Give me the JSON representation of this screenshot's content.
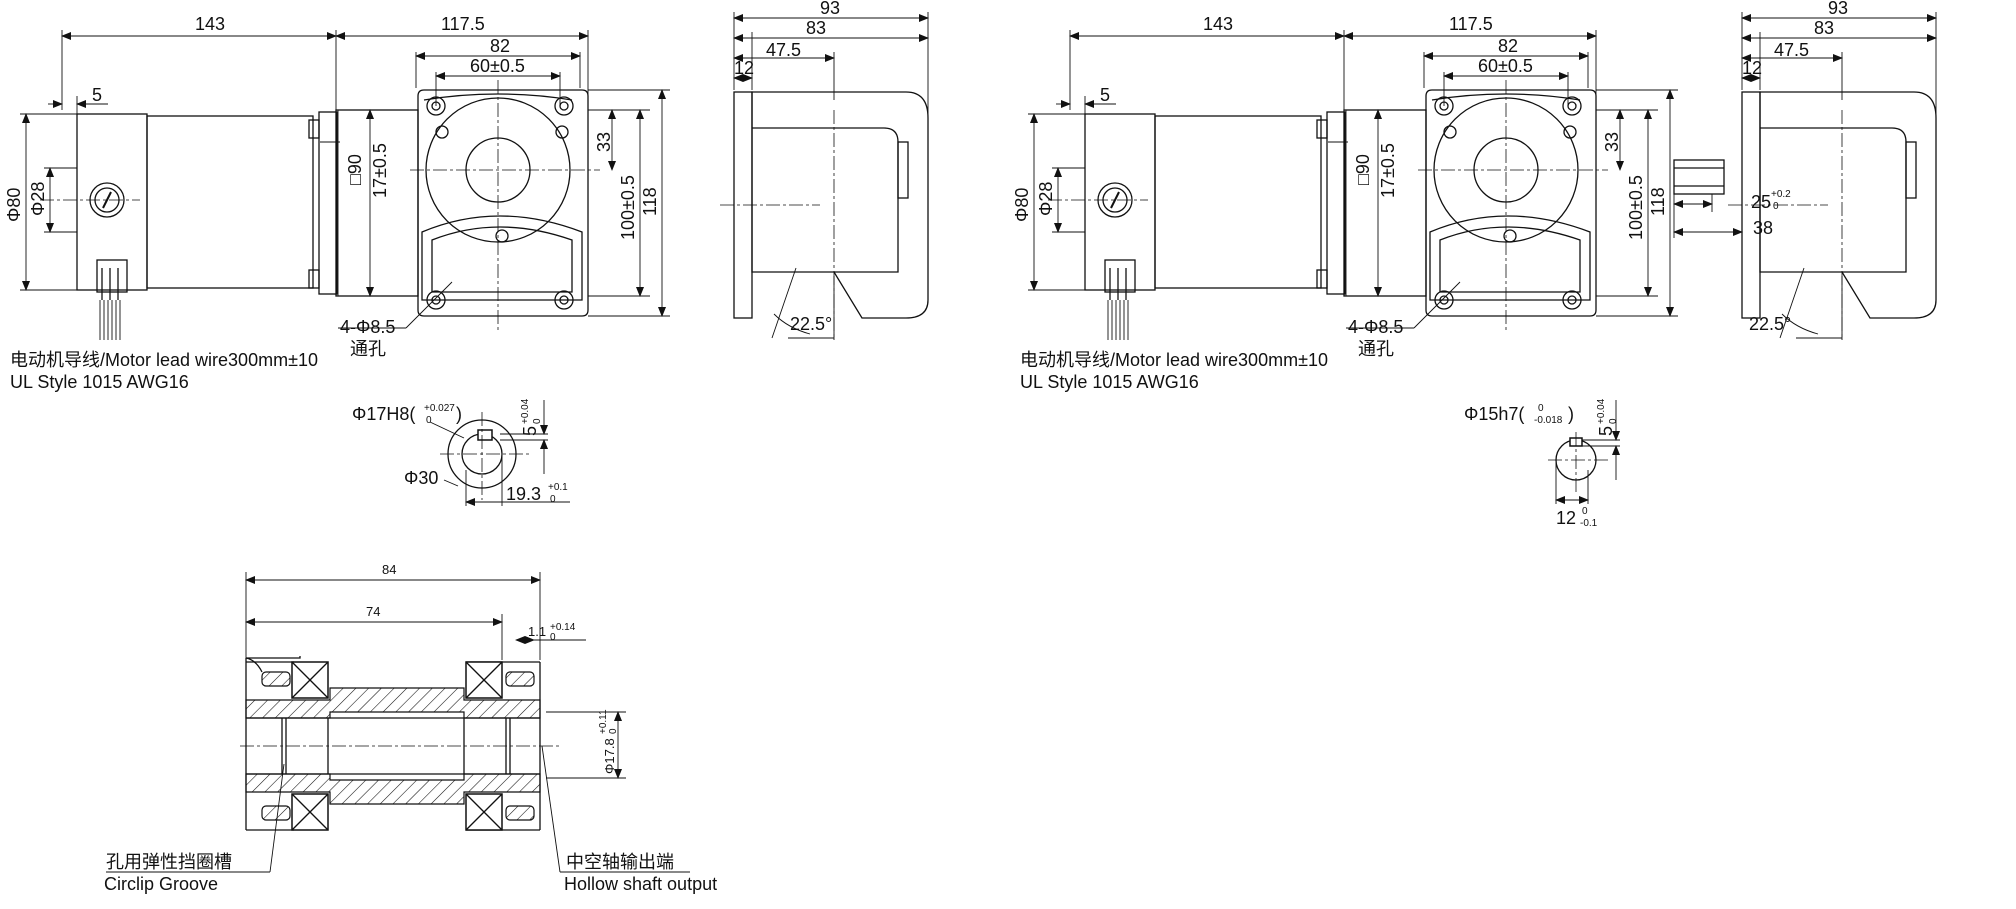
{
  "left_view": {
    "dim_143": "143",
    "dim_117_5": "117.5",
    "dim_82": "82",
    "dim_60": "60±0.5",
    "dim_5": "5",
    "dim_phi80": "Φ80",
    "dim_phi28": "Φ28",
    "dim_sq90": "□90",
    "dim_17": "17±0.5",
    "dim_33": "33",
    "dim_100": "100±0.5",
    "dim_118": "118",
    "holes": "4-Φ8.5",
    "holes_cn": "通孔",
    "lead_wire": "电动机导线/Motor lead wire300mm±10",
    "ul_style": "UL Style 1015 AWG16"
  },
  "left_side": {
    "dim_93": "93",
    "dim_83": "83",
    "dim_47_5": "47.5",
    "dim_12": "12",
    "angle": "22.5°"
  },
  "right_view": {
    "dim_143": "143",
    "dim_117_5": "117.5",
    "dim_82": "82",
    "dim_60": "60±0.5",
    "dim_5": "5",
    "dim_phi80": "Φ80",
    "dim_phi28": "Φ28",
    "dim_sq90": "□90",
    "dim_17": "17±0.5",
    "dim_33": "33",
    "dim_100": "100±0.5",
    "dim_118": "118",
    "holes": "4-Φ8.5",
    "holes_cn": "通孔",
    "lead_wire": "电动机导线/Motor lead wire300mm±10",
    "ul_style": "UL Style 1015 AWG16"
  },
  "right_side": {
    "dim_93": "93",
    "dim_83": "83",
    "dim_47_5": "47.5",
    "dim_12": "12",
    "dim_25": "25",
    "tol_25_up": "+0.2",
    "tol_25_lo": "0",
    "dim_38": "38",
    "angle": "22.5°"
  },
  "hollow_detail": {
    "bore": "Φ17H8(",
    "bore_tol_up": "+0.027",
    "bore_tol_lo": "0",
    "bore_close": ")",
    "key_5": "5",
    "key_5_up": "+0.04",
    "key_5_lo": "0",
    "phi30": "Φ30",
    "dim_19_3": "19.3",
    "tol_19_up": "+0.1",
    "tol_19_lo": "0"
  },
  "solid_detail": {
    "shaft": "Φ15h7(",
    "shaft_tol_up": "0",
    "shaft_tol_lo": "-0.018",
    "shaft_close": ")",
    "key_5": "5",
    "key_5_up": "+0.04",
    "key_5_lo": "0",
    "dim_12": "12",
    "tol_12_up": "0",
    "tol_12_lo": "-0.1"
  },
  "section": {
    "dim_84": "84",
    "dim_74": "74",
    "dim_1_1": "1.1",
    "tol_1_1": "+0.14",
    "tol_1_1_lo": "0",
    "phi17_8": "Φ17.8",
    "tol_17_8": "+0.11",
    "tol_17_8_lo": "0",
    "circlip_cn": "孔用弹性挡圈槽",
    "circlip_en": "Circlip Groove",
    "hollow_cn": "中空轴输出端",
    "hollow_en": "Hollow shaft output"
  }
}
